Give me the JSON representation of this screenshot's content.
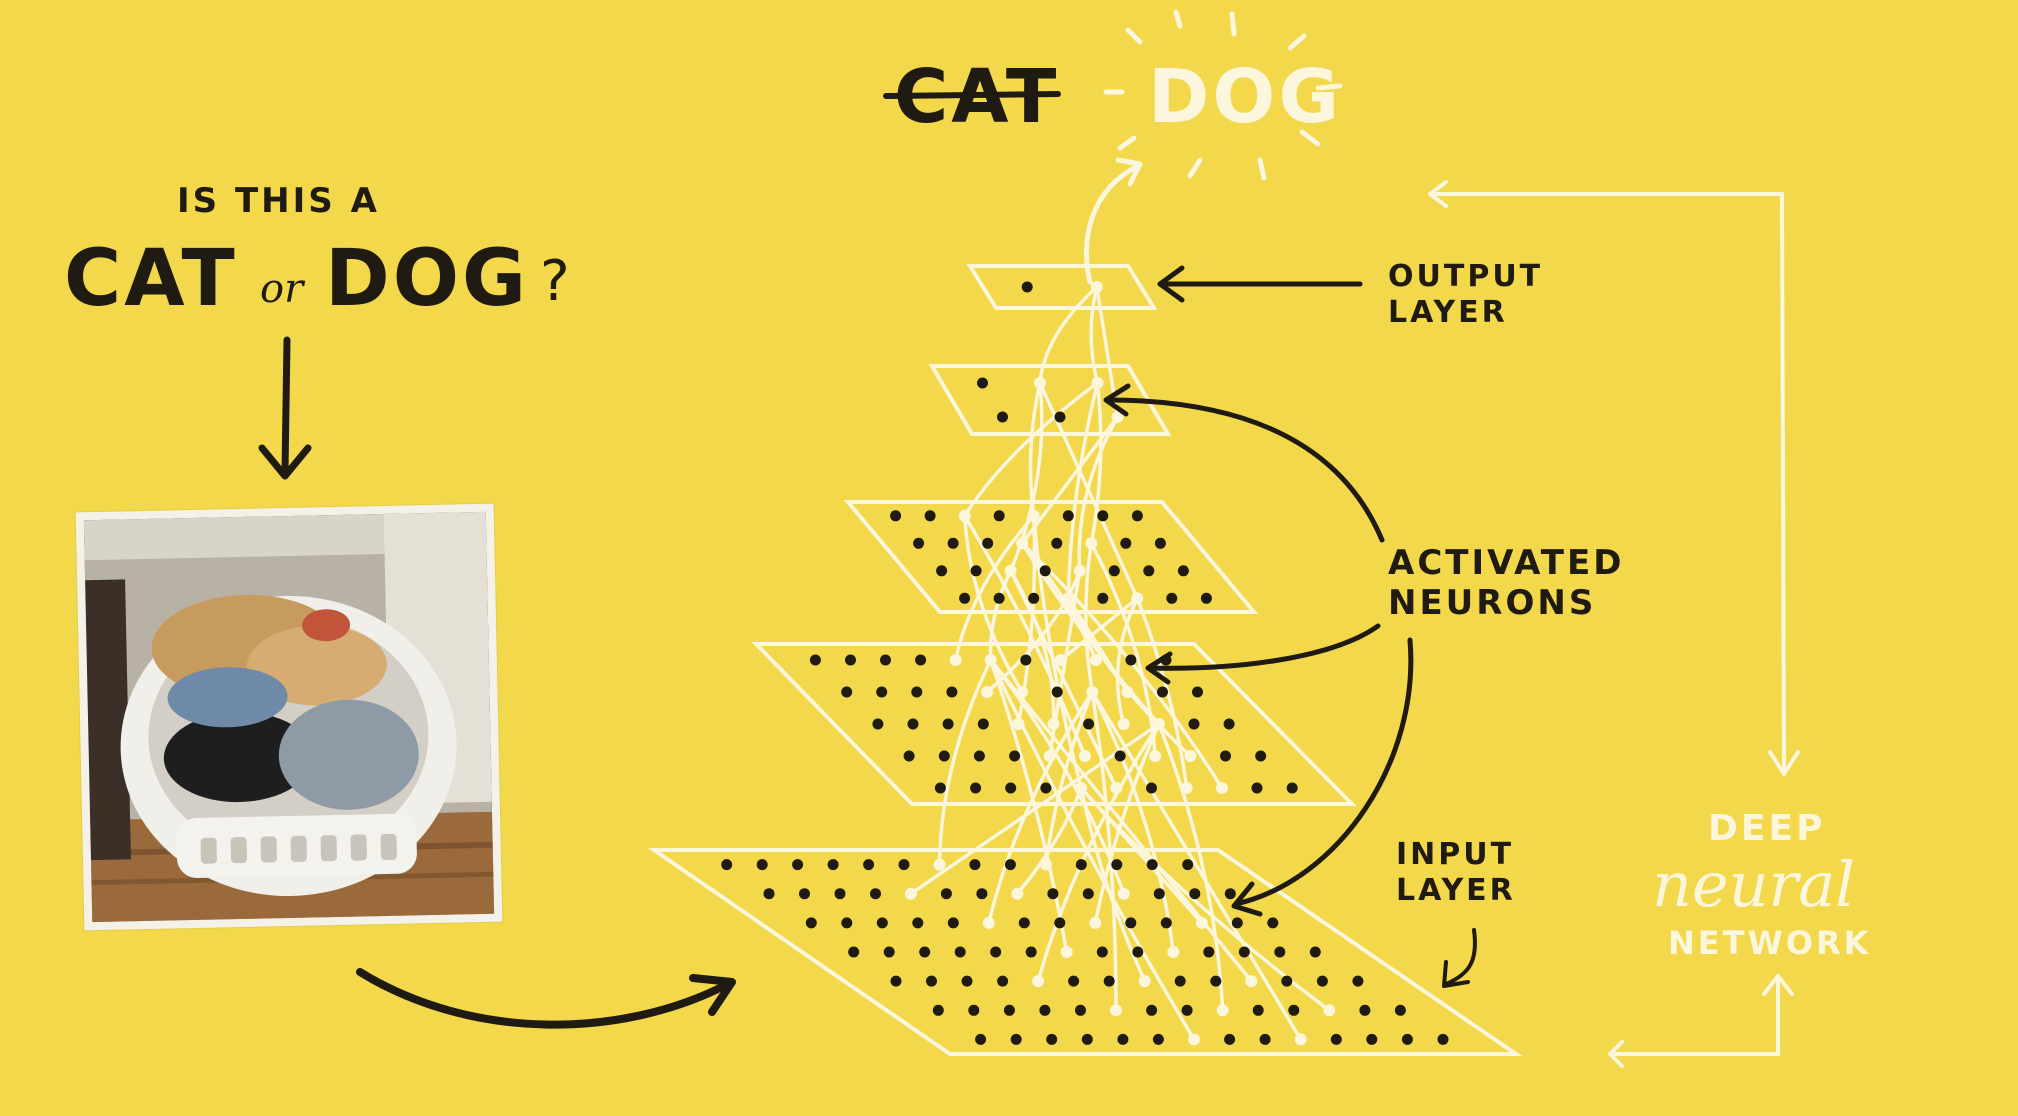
{
  "labels": {
    "question_small": "IS THIS A",
    "question_cat": "CAT",
    "question_or": "or",
    "question_dog": "DOG",
    "question_mark": "?",
    "result_cat": "CAT",
    "result_dog": "DOG",
    "output_layer_line1": "OUTPUT",
    "output_layer_line2": "LAYER",
    "activated_line1": "ACTIVATED",
    "activated_line2": "NEURONS",
    "input_layer_line1": "INPUT",
    "input_layer_line2": "LAYER",
    "network_line1": "DEEP",
    "network_line2": "neural",
    "network_line3": "NETWORK"
  },
  "colors": {
    "background": "#f2d84a",
    "ink": "#1f1a12",
    "chalk": "#fbf6dc"
  },
  "icons": {
    "down_arrow": "arrow-down-icon",
    "curved_arrow": "curved-arrow-icon",
    "sparkle": "sparkle-icon"
  }
}
